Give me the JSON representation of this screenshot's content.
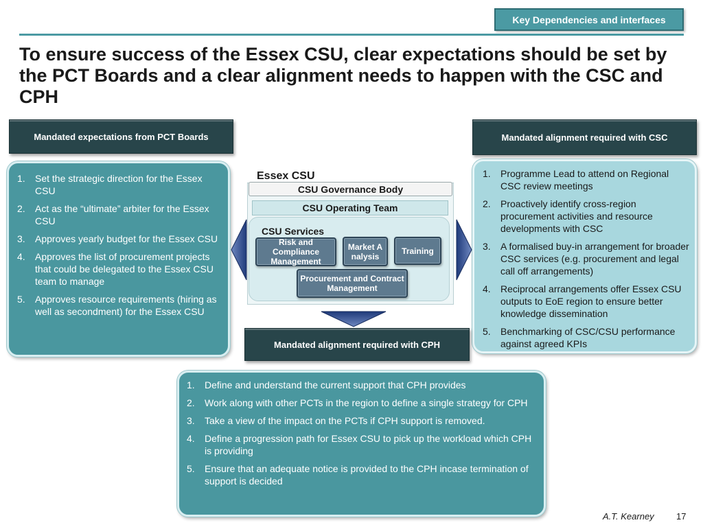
{
  "header": {
    "tag": "Key Dependencies and interfaces",
    "title": "To ensure success of the Essex CSU, clear expectations should be set by the PCT Boards and a clear alignment needs to happen with the CSC and CPH"
  },
  "pct": {
    "heading": "Mandated expectations from PCT Boards",
    "items": [
      {
        "num": "1.",
        "text": "Set the strategic direction for the Essex CSU"
      },
      {
        "num": "2.",
        "text": "Act as the “ultimate” arbiter for the Essex CSU"
      },
      {
        "num": "3.",
        "text": "Approves yearly budget for the Essex CSU"
      },
      {
        "num": "4.",
        "text": "Approves the list of procurement projects that could be delegated to the Essex CSU team to manage"
      },
      {
        "num": "5.",
        "text": "Approves resource requirements (hiring as well as secondment) for the Essex CSU"
      }
    ]
  },
  "csc": {
    "heading": "Mandated alignment required with CSC",
    "items": [
      {
        "num": "1.",
        "text": "Programme Lead to attend on Regional CSC review meetings"
      },
      {
        "num": "2.",
        "text": "Proactively identify cross-region procurement activities and resource developments with CSC"
      },
      {
        "num": "3.",
        "text": "A formalised buy-in arrangement for broader CSC services (e.g. procurement and legal call off arrangements)"
      },
      {
        "num": "4.",
        "text": "Reciprocal arrangements offer Essex CSU outputs to EoE region to ensure better knowledge dissemination"
      },
      {
        "num": "5.",
        "text": "Benchmarking of CSC/CSU performance against agreed KPIs"
      }
    ]
  },
  "cph": {
    "heading": "Mandated alignment required with CPH",
    "items": [
      {
        "num": "1.",
        "text": "Define and understand the current support that CPH provides"
      },
      {
        "num": "2.",
        "text": "Work along with other PCTs in the region to define a single strategy for CPH"
      },
      {
        "num": "3.",
        "text": "Take a view of the impact on the PCTs if CPH support is removed."
      },
      {
        "num": "4.",
        "text": "Define a progression path for Essex CSU to pick up the workload which CPH is providing"
      },
      {
        "num": "5.",
        "text": "Ensure that an adequate notice is provided to the CPH incase termination of support is decided"
      }
    ]
  },
  "diagram": {
    "title": "Essex CSU",
    "governance": "CSU Governance Body",
    "operating_team": "CSU Operating Team",
    "services_label": "CSU Services",
    "services": {
      "risk": "Risk and Compliance Management",
      "market": "Market Analysis",
      "training": "Training",
      "procurement": "Procurement and Contract Management"
    }
  },
  "footer": {
    "brand": "A.T. Kearney",
    "page": "17"
  },
  "colors": {
    "teal": "#4a979f",
    "light_teal": "#a8d7de",
    "dark_header": "#28454a",
    "navy_arrow": "#1f3a7a"
  }
}
